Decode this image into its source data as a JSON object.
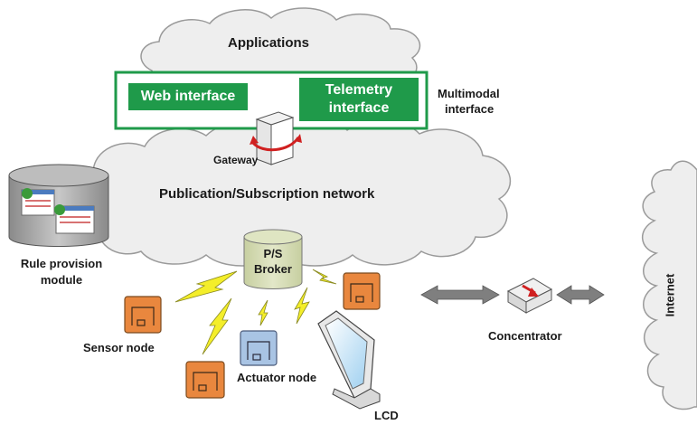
{
  "labels": {
    "applications": "Applications",
    "web_interface": "Web interface",
    "telemetry_interface_line1": "Telemetry",
    "telemetry_interface_line2": "interface",
    "multimodal_interface_line1": "Multimodal",
    "multimodal_interface_line2": "interface",
    "gateway": "Gateway",
    "pubsub_network": "Publication/Subscription network",
    "rule_provision_line1": "Rule provision",
    "rule_provision_line2": "module",
    "broker_line1": "P/S",
    "broker_line2": "Broker",
    "sensor_node": "Sensor node",
    "actuator_node": "Actuator node",
    "lcd": "LCD",
    "concentrator": "Concentrator",
    "internet": "Internet"
  },
  "colors": {
    "cloud_fill": "#eeeeee",
    "cloud_stroke": "#9a9a9a",
    "interface_green": "#1f9a4a",
    "sensor_orange": "#e9873e",
    "actuator_blue": "#a9c4e4",
    "broker_fill": "#d5dcb4",
    "lightning_yellow": "#f4ee2a",
    "arrow_gray": "#7f7f7f"
  },
  "icons": [
    "cloud-icon",
    "server-icon",
    "database-icon",
    "lightning-icon",
    "sensor-node-icon",
    "actuator-node-icon",
    "monitor-icon",
    "switch-icon",
    "double-arrow-icon"
  ]
}
